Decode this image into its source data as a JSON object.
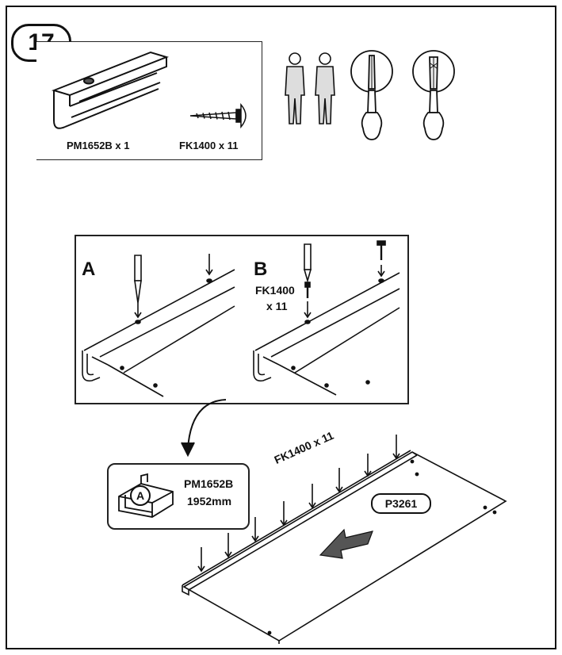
{
  "step": {
    "number": "17"
  },
  "parts": [
    {
      "code": "PM1652B x 1",
      "icon": "rail-profile-icon"
    },
    {
      "code": "FK1400 x 11",
      "icon": "screw-icon"
    }
  ],
  "requirements": [
    "two-persons-icon",
    "flathead-screwdriver-icon",
    "phillips-screwdriver-icon"
  ],
  "detail": {
    "label_a": "A",
    "label_b": "B",
    "screw_label_line1": "FK1400",
    "screw_label_line2": "x 11"
  },
  "main": {
    "callout_circle": "A",
    "callout_part": "PM1652B",
    "callout_length": "1952mm",
    "screws_label": "FK1400 x 11",
    "board_label": "P3261"
  }
}
